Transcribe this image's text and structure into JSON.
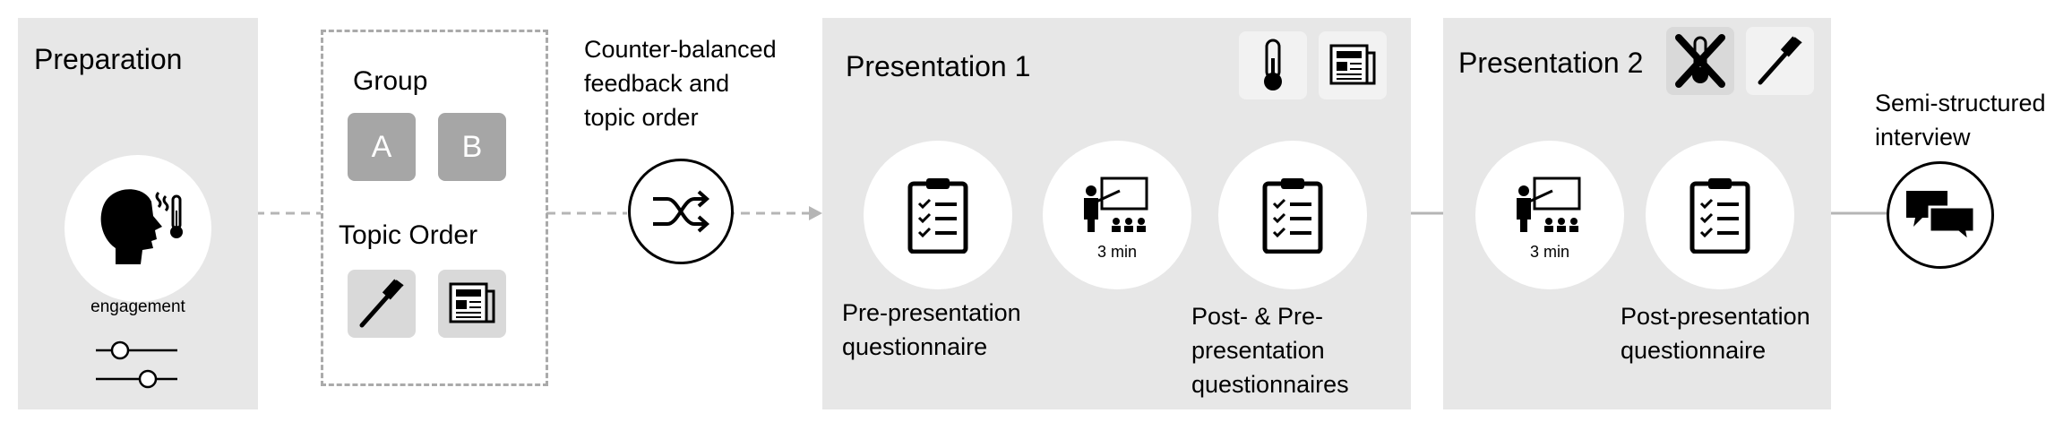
{
  "preparation": {
    "title": "Preparation",
    "engagement_label": "engagement",
    "icons": [
      "head-cold-thermometer-icon",
      "sliders-icon"
    ]
  },
  "conditions": {
    "group_title": "Group",
    "groups": [
      "A",
      "B"
    ],
    "topic_order_title": "Topic Order",
    "topic_icons": [
      "toothbrush-icon",
      "newspaper-icon"
    ]
  },
  "counterbalance": {
    "label": "Counter-balanced\nfeedback and\ntopic order",
    "icon": "shuffle-icon"
  },
  "presentation1": {
    "title": "Presentation 1",
    "badge_icons": [
      "thermometer-icon",
      "newspaper-icon"
    ],
    "duration": "3 min",
    "pre_label": "Pre-presentation\nquestionnaire",
    "post_label": "Post- & Pre-\npresentation\nquestionnaires"
  },
  "presentation2": {
    "title": "Presentation 2",
    "badge_icons": [
      "crossed-thermometer-icon",
      "toothbrush-icon"
    ],
    "duration": "3 min",
    "post_label": "Post-presentation\nquestionnaire"
  },
  "interview": {
    "label": "Semi-structured\ninterview",
    "icon": "speech-bubbles-icon"
  },
  "colors": {
    "panel_bg": "#e7e7e7",
    "chip_dark": "#a6a6a6",
    "chip_light": "#d9d9d9",
    "connector": "#b5b5b5",
    "dash_border": "#aaaaaa"
  }
}
